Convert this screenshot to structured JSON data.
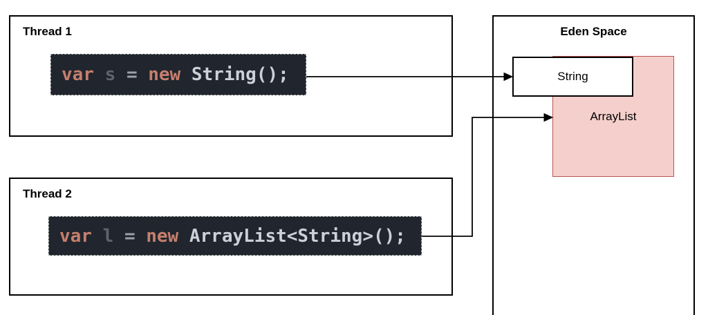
{
  "diagram": {
    "thread1": {
      "label": "Thread 1",
      "code_tokens": [
        {
          "text": "var",
          "type": "keyword"
        },
        {
          "text": " ",
          "type": "plain"
        },
        {
          "text": "s",
          "type": "variable"
        },
        {
          "text": " ",
          "type": "plain"
        },
        {
          "text": "=",
          "type": "operator"
        },
        {
          "text": " ",
          "type": "plain"
        },
        {
          "text": "new",
          "type": "keyword"
        },
        {
          "text": " String();",
          "type": "plain"
        }
      ]
    },
    "thread2": {
      "label": "Thread 2",
      "code_tokens": [
        {
          "text": "var",
          "type": "keyword"
        },
        {
          "text": " ",
          "type": "plain"
        },
        {
          "text": "l",
          "type": "variable"
        },
        {
          "text": " ",
          "type": "plain"
        },
        {
          "text": "=",
          "type": "operator"
        },
        {
          "text": " ",
          "type": "plain"
        },
        {
          "text": "new",
          "type": "keyword"
        },
        {
          "text": " ArrayList<String>();",
          "type": "plain"
        }
      ]
    },
    "eden": {
      "label": "Eden Space",
      "objects": [
        {
          "label": "String"
        },
        {
          "label": "ArrayList"
        }
      ]
    },
    "edges": [
      {
        "from": "thread1-code",
        "to": "string-object"
      },
      {
        "from": "thread2-code",
        "to": "arraylist-object"
      }
    ]
  },
  "colors": {
    "keyword": "#c67f6d",
    "variable": "#5d646f",
    "operator": "#9aa1ab",
    "plain": "#ccd1d9",
    "code_background": "#21262e",
    "arraylist_fill": "#f5cfcc",
    "arraylist_stroke": "#b85450",
    "line": "#000000"
  }
}
